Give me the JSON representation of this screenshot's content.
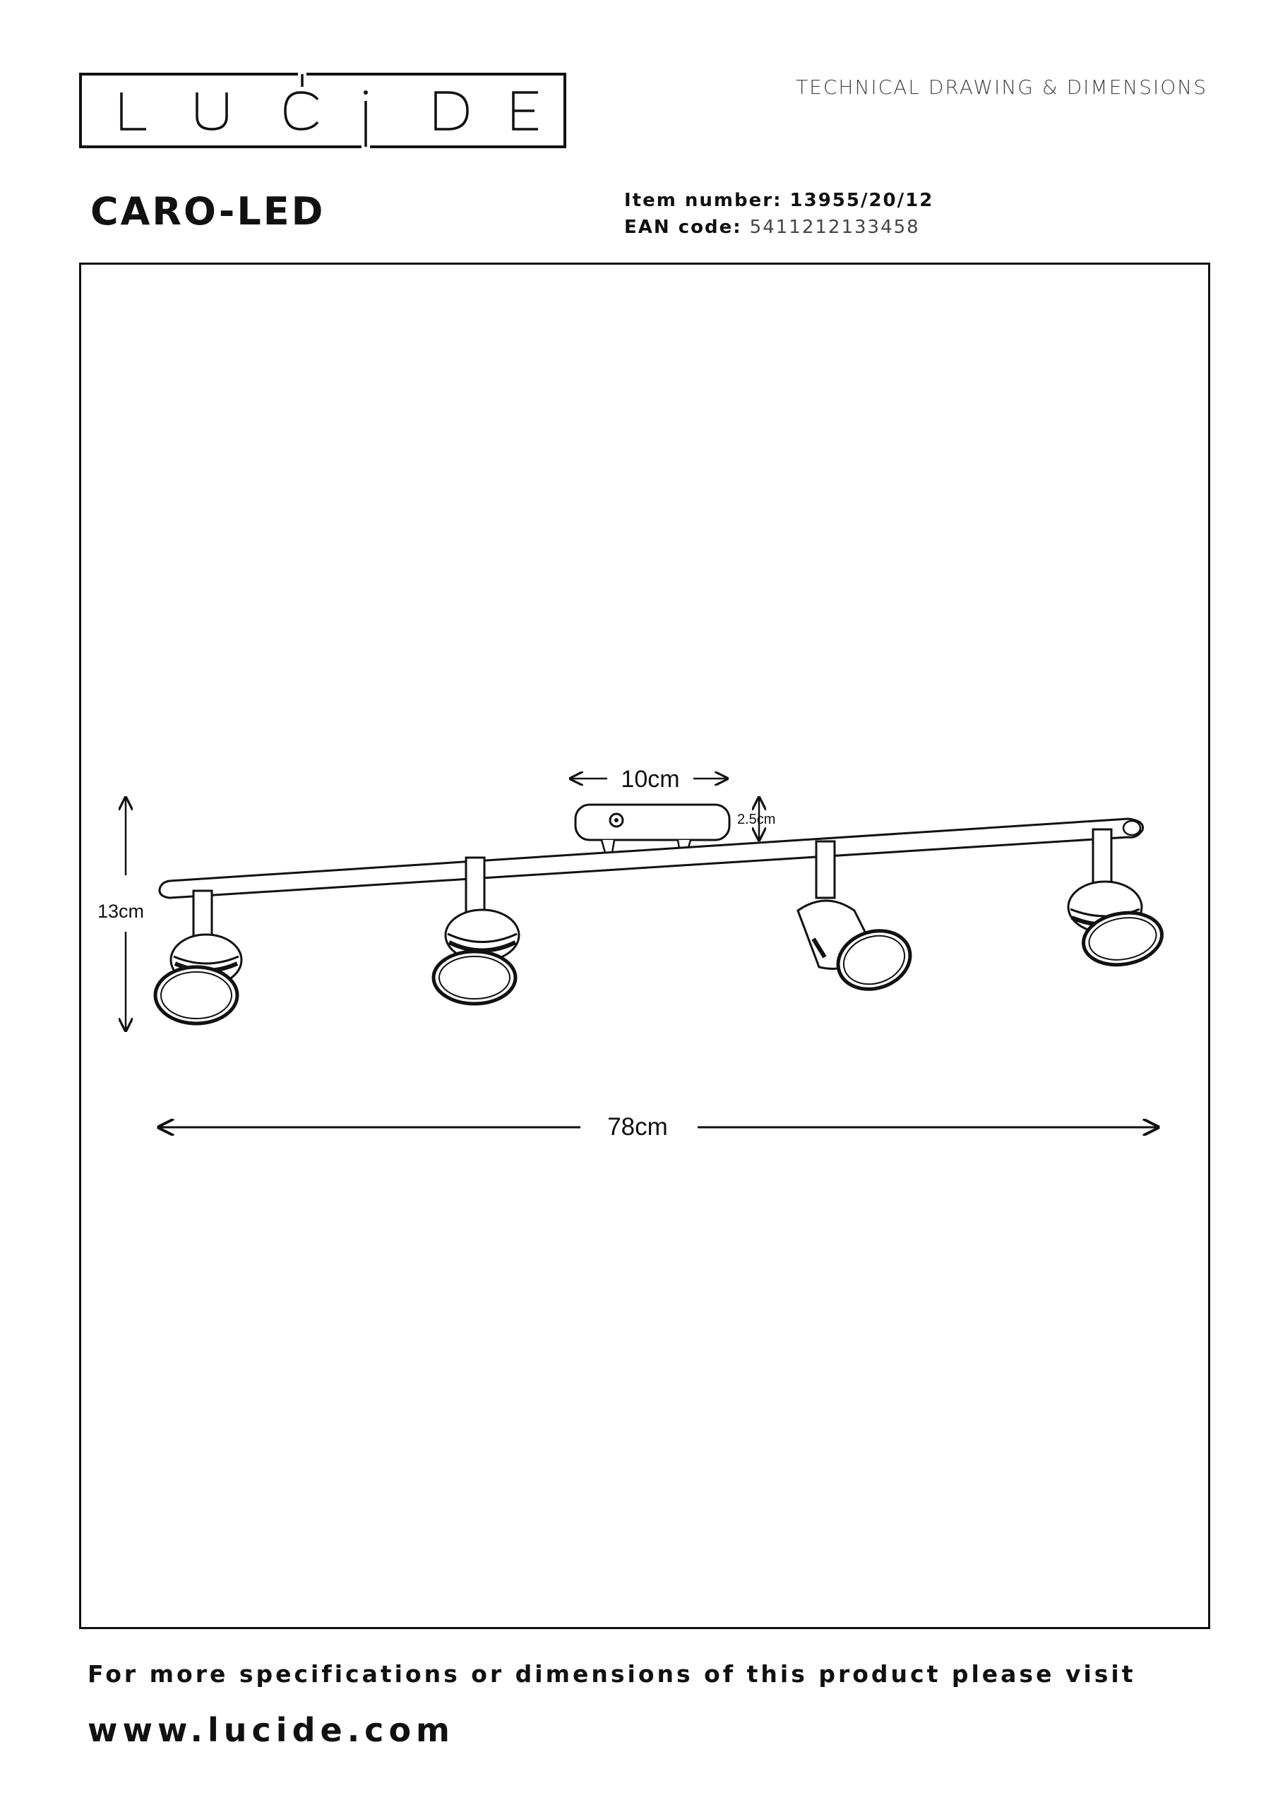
{
  "brand": {
    "logo_text": "LUCIDE"
  },
  "header": {
    "document_type": "TECHNICAL DRAWING & DIMENSIONS",
    "product_name": "CARO-LED",
    "item_number_label": "Item number",
    "item_number_value": "13955/20/12",
    "ean_label": "EAN code",
    "ean_value": "5411212133458"
  },
  "drawing": {
    "dim_base_width": "10cm",
    "dim_base_height": "2.5cm",
    "dim_height": "13cm",
    "dim_length": "78cm"
  },
  "footer": {
    "line1": "For more specifications or dimensions of this product please visit",
    "url": "www.lucide.com"
  }
}
